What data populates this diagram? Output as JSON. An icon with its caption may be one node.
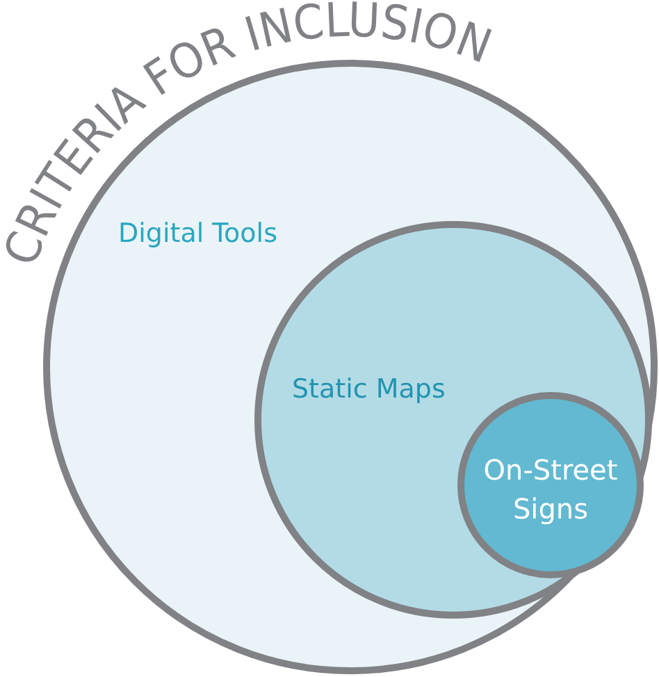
{
  "diagram": {
    "title": "CRITERIA FOR INCLUSION",
    "nodes": [
      {
        "text": [
          "Digital Tools"
        ]
      },
      {
        "text": [
          "Static Maps"
        ],
        "in": 0
      },
      {
        "text": [
          "On-Street Signs"
        ],
        "in": 1
      }
    ]
  }
}
